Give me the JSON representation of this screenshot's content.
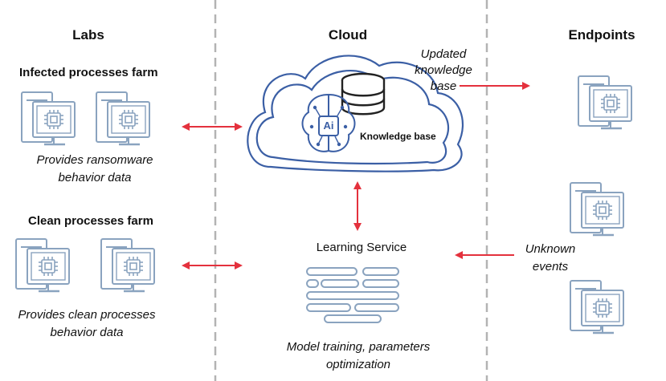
{
  "columns": {
    "labs": "Labs",
    "cloud": "Cloud",
    "endpoints": "Endpoints"
  },
  "labs": {
    "infected_title": "Infected processes farm",
    "infected_caption_line1": "Provides ransomware",
    "infected_caption_line2": "behavior data",
    "clean_title": "Clean processes farm",
    "clean_caption_line1": "Provides clean processes",
    "clean_caption_line2": "behavior data"
  },
  "cloud": {
    "ai_label": "Ai",
    "knowledge_base_label": "Knowledge base",
    "updated_line1": "Updated",
    "updated_line2": "knowledge",
    "updated_line3": "base",
    "learning_service": "Learning Service",
    "model_line1": "Model training, parameters",
    "model_line2": "optimization"
  },
  "endpoints": {
    "unknown_line1": "Unknown",
    "unknown_line2": "events"
  },
  "icons": {
    "computer": "computer-icon",
    "cloud": "cloud-icon",
    "database": "database-icon",
    "ai_brain": "ai-brain-icon",
    "server": "server-rack-icon"
  },
  "colors": {
    "arrow": "#e4313d",
    "icon_stroke": "#8aa3bf",
    "cloud_stroke": "#3b5fa5",
    "divider": "#b3b3b3"
  }
}
